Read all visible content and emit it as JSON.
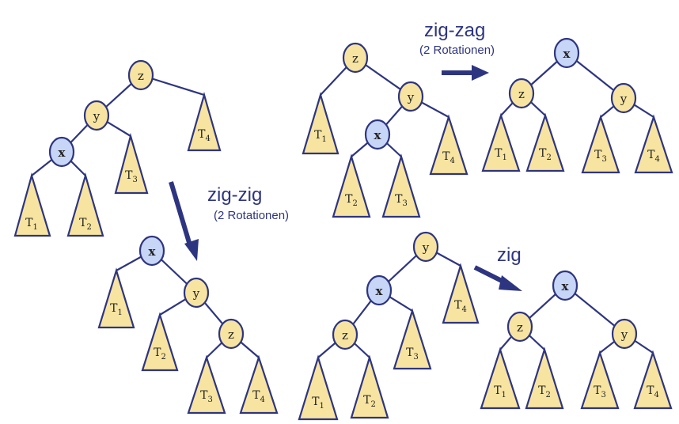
{
  "colors": {
    "node_default": "#f7e4a1",
    "node_highlight": "#c7d5f7",
    "edge": "#2e3580",
    "arrow": "#2e3580"
  },
  "operations": {
    "zigzig": {
      "label": "zig-zig",
      "sub": "(2 Rotationen)"
    },
    "zigzag": {
      "label": "zig-zag",
      "sub": "(2 Rotationen)"
    },
    "zig": {
      "label": "zig"
    }
  },
  "nodes": {
    "x": "x",
    "y": "y",
    "z": "z"
  },
  "subtrees": {
    "t1": {
      "letter": "T",
      "index": "1"
    },
    "t2": {
      "letter": "T",
      "index": "2"
    },
    "t3": {
      "letter": "T",
      "index": "3"
    },
    "t4": {
      "letter": "T",
      "index": "4"
    }
  }
}
